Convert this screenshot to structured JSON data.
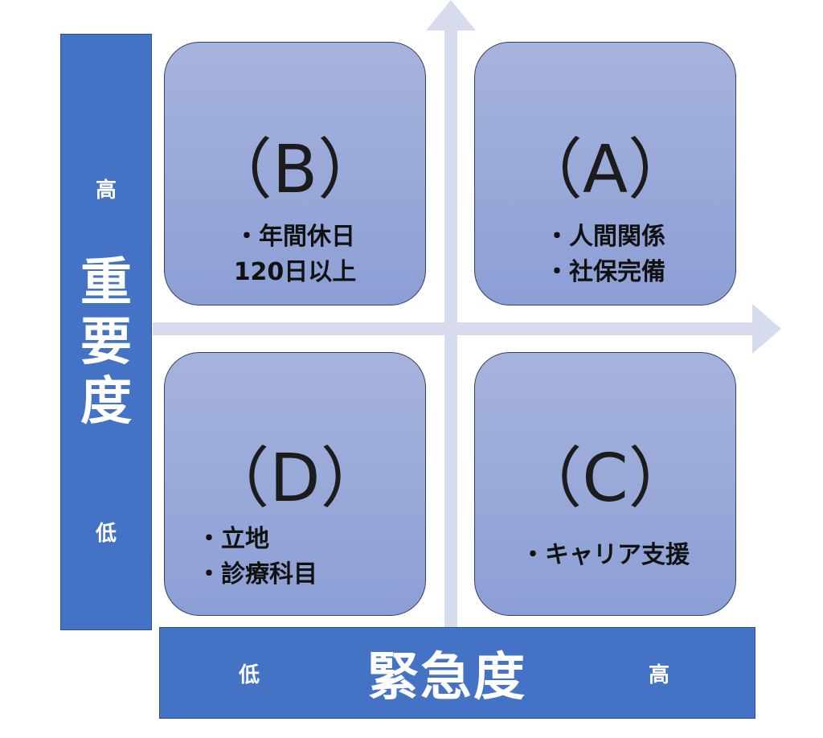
{
  "quadrants": {
    "b": {
      "letter": "（B）",
      "lines": [
        "・年間休日",
        "120日以上"
      ]
    },
    "a": {
      "letter": "（A）",
      "lines": [
        "・人間関係",
        "・社保完備"
      ]
    },
    "d": {
      "letter": "（D）",
      "lines": [
        "・立地",
        "・診療科目"
      ]
    },
    "c": {
      "letter": "（C）",
      "lines": [
        "・キャリア支援"
      ]
    }
  },
  "importance_axis": {
    "high": "高",
    "title_chars": [
      "重",
      "要",
      "度"
    ],
    "low": "低"
  },
  "urgency_axis": {
    "low": "低",
    "title": "緊急度",
    "high": "高"
  },
  "colors": {
    "bar": "#4472c4",
    "box_top": "#a6b3dc",
    "box_bottom": "#8c9fd5",
    "arrow": "#d6dbee"
  }
}
